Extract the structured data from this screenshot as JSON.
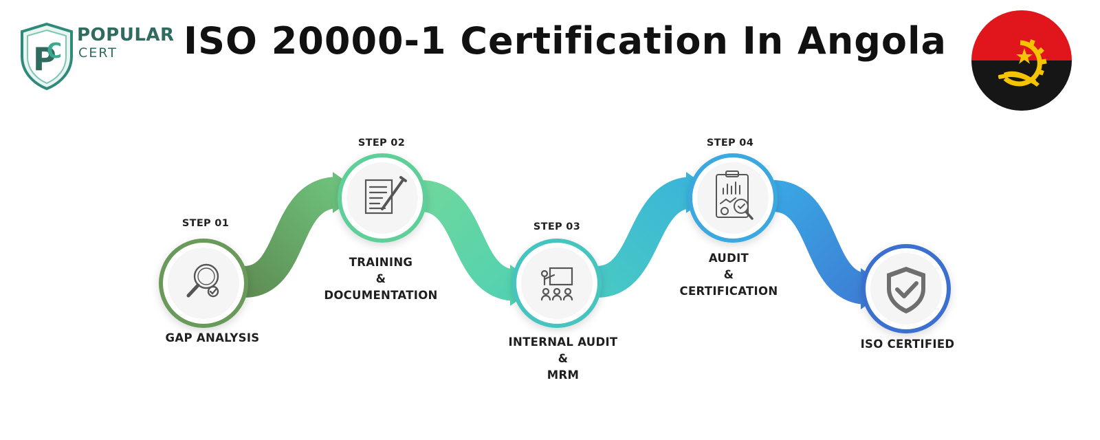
{
  "header": {
    "title": "ISO 20000-1 Certification In Angola",
    "logo": {
      "line1": "POPULAR",
      "line2": "CERT",
      "monogram": "PC",
      "brand_color": "#2f8a7a"
    },
    "flag": {
      "country": "Angola",
      "top_color": "#e0161c",
      "bottom_color": "#161616",
      "emblem_color": "#f4c400"
    }
  },
  "steps": [
    {
      "step_label": "STEP 01",
      "caption": [
        "GAP ANALYSIS"
      ],
      "icon": "magnifier-check-icon",
      "ring_color": "#6a9a5a"
    },
    {
      "step_label": "STEP 02",
      "caption": [
        "TRAINING",
        "&",
        "DOCUMENTATION"
      ],
      "icon": "document-pen-icon",
      "ring_color": "#5fcf9a"
    },
    {
      "step_label": "STEP 03",
      "caption": [
        "INTERNAL AUDIT",
        "&",
        "MRM"
      ],
      "icon": "presentation-icon",
      "ring_color": "#45c4c0"
    },
    {
      "step_label": "STEP 04",
      "caption": [
        "AUDIT",
        "&",
        "CERTIFICATION"
      ],
      "icon": "report-chart-icon",
      "ring_color": "#3aa8e0"
    },
    {
      "step_label": "",
      "caption": [
        "ISO CERTIFIED"
      ],
      "icon": "shield-check-icon",
      "ring_color": "#3a6fd0"
    }
  ]
}
